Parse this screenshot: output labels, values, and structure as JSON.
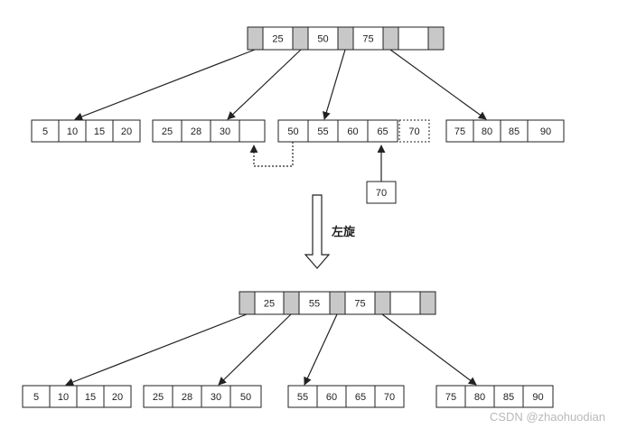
{
  "colors": {
    "line": "#222222",
    "pointer_fill": "#c8c8c8",
    "text": "#222222",
    "watermark": "#b9b9b9"
  },
  "before": {
    "root": [
      "25",
      "50",
      "75",
      ""
    ],
    "leaves": [
      [
        "5",
        "10",
        "15",
        "20"
      ],
      [
        "25",
        "28",
        "30",
        ""
      ],
      [
        "50",
        "55",
        "60",
        "65"
      ],
      [
        "75",
        "80",
        "85",
        "90"
      ]
    ],
    "overflow_key": "70",
    "incoming_key": "70"
  },
  "operation_label": "左旋",
  "after": {
    "root": [
      "25",
      "55",
      "75",
      ""
    ],
    "leaves": [
      [
        "5",
        "10",
        "15",
        "20"
      ],
      [
        "25",
        "28",
        "30",
        "50"
      ],
      [
        "55",
        "60",
        "65",
        "70"
      ],
      [
        "75",
        "80",
        "85",
        "90"
      ]
    ]
  },
  "watermark": "CSDN @zhaohuodian"
}
